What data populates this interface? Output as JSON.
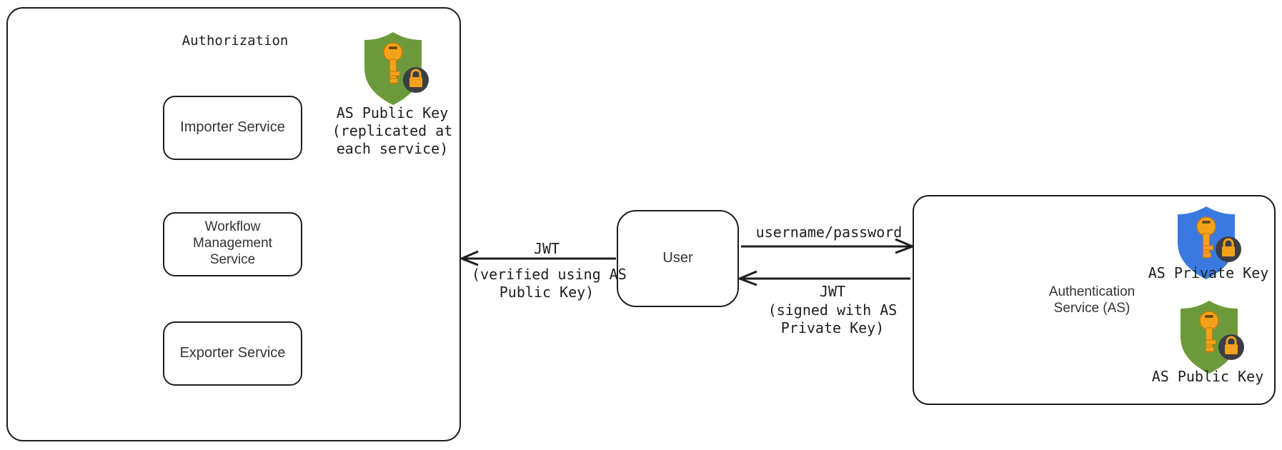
{
  "diagram": {
    "authorization": {
      "title": "Authorization",
      "services": [
        "Importer Service",
        "Workflow Management Service",
        "Exporter Service"
      ],
      "key_label_lines": [
        "AS Public Key",
        "(replicated at",
        "each service)"
      ]
    },
    "user": {
      "label": "User"
    },
    "auth_service": {
      "label_lines": [
        "Authentication",
        "Service (AS)"
      ],
      "private_key_label": "AS Private Key",
      "public_key_label": "AS Public Key"
    },
    "edges": {
      "user_to_authorization": {
        "label": "JWT",
        "note_lines": [
          "(verified using AS",
          "Public Key)"
        ]
      },
      "user_to_as": {
        "label": "username/password"
      },
      "as_to_user": {
        "label": "JWT",
        "note_lines": [
          "(signed with AS",
          "Private Key)"
        ]
      }
    }
  },
  "colors": {
    "stroke": "#1e1e1e",
    "public_shield": "#6c9a3b",
    "private_shield": "#3a7ae0",
    "key": "#f5a21b",
    "lock_badge": "#3b3f44"
  },
  "icons": [
    "shield-key-public-icon",
    "shield-key-private-icon",
    "lock-icon"
  ]
}
